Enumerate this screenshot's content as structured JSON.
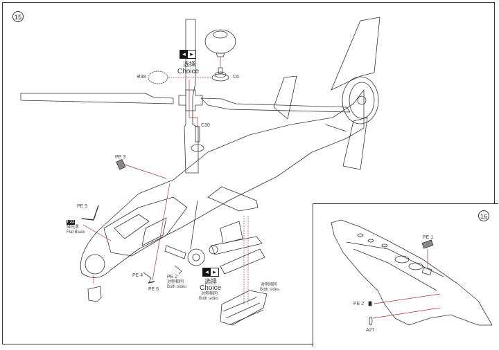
{
  "document": {
    "type": "model-kit-assembly-instructions",
    "colors": {
      "leader_line": "#b03030",
      "ink": "#333333",
      "background": "#ffffff"
    }
  },
  "step15": {
    "number": "15",
    "choice_top": {
      "icon": "choice-swap-icon",
      "cn": "选择",
      "en": "Choice"
    },
    "choice_bottom": {
      "icon": "choice-swap-icon",
      "cn": "选择",
      "en": "Choice",
      "note_cn": "对侧相同",
      "note_en": "Both sides"
    },
    "parts": {
      "b38": "B38",
      "c6": "C6",
      "c30": "C30",
      "pe3": "PE 3",
      "pe5": "PE 5",
      "pe4": "PE 4",
      "pe6": "PE 6",
      "pe2": "PE 2"
    },
    "pe2_note": {
      "cn": "对侧相同",
      "en": "Both sides"
    },
    "rocket_pod_note": {
      "cn": "对侧相同",
      "en": "Both sides"
    },
    "paint": {
      "code": "F33",
      "cn": "哑光黑",
      "en": "Flat Black"
    }
  },
  "step16": {
    "number": "16",
    "parts": {
      "pe1": "PE 1",
      "pe2": "PE 2",
      "a27": "A27"
    }
  }
}
